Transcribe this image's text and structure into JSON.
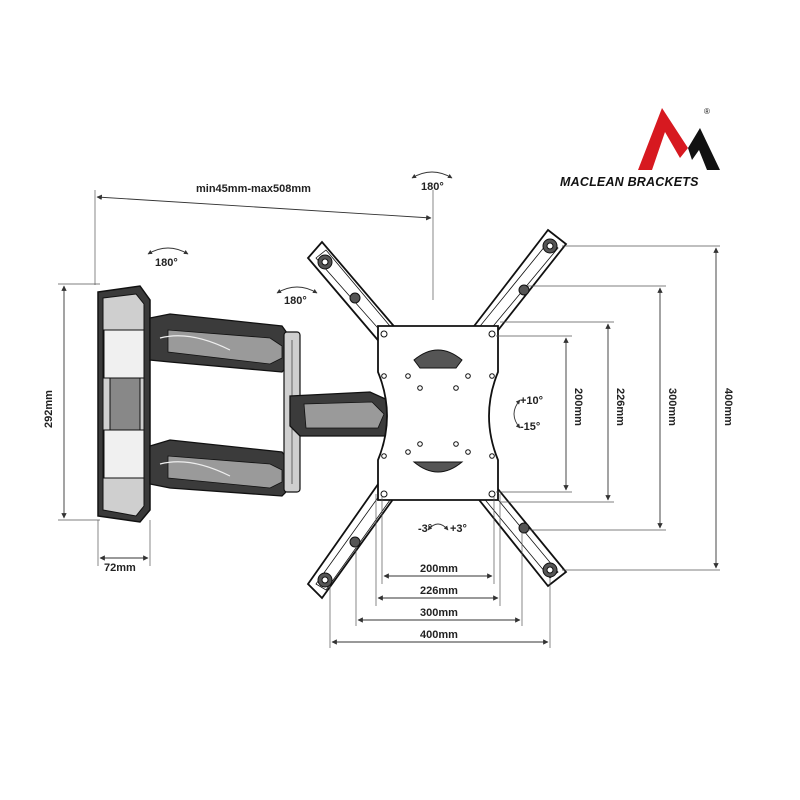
{
  "brand": {
    "name": "MACLEAN BRACKETS",
    "registered": "®",
    "colors": {
      "red": "#d71920",
      "black": "#111111"
    }
  },
  "dimensions": {
    "extension": "min45mm-max508mm",
    "wall_plate_height": "292mm",
    "wall_plate_width": "72mm",
    "vesa_horizontal": [
      "200mm",
      "226mm",
      "300mm",
      "400mm"
    ],
    "vesa_vertical": [
      "200mm",
      "226mm",
      "300mm",
      "400mm"
    ]
  },
  "rotations": {
    "swivel_top": "180°",
    "swivel_wall": "180°",
    "swivel_arm": "180°",
    "tilt_up": "+10°",
    "tilt_down": "-15°",
    "rotate_left": "-3°",
    "rotate_right": "+3°"
  }
}
